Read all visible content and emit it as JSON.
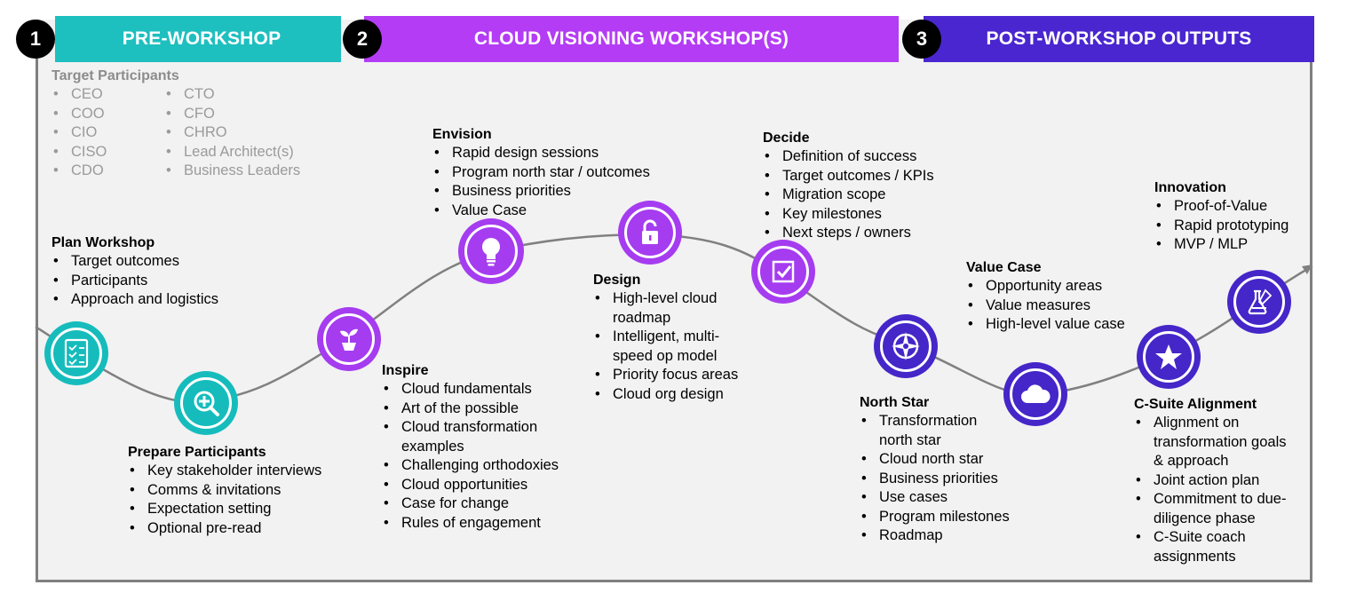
{
  "phases": [
    {
      "num": "1",
      "label": "PRE-WORKSHOP",
      "color": "#1ebfbf"
    },
    {
      "num": "2",
      "label": "CLOUD VISIONING WORKSHOP(S)",
      "color": "#b43cf5"
    },
    {
      "num": "3",
      "label": "POST-WORKSHOP  OUTPUTS",
      "color": "#4a26d0"
    }
  ],
  "participants": {
    "title": "Target Participants",
    "col1": [
      "CEO",
      "COO",
      "CIO",
      "CISO",
      "CDO"
    ],
    "col2": [
      "CTO",
      "CFO",
      "CHRO",
      "Lead Architect(s)",
      "Business Leaders"
    ]
  },
  "steps": {
    "plan": {
      "title": "Plan Workshop",
      "items": [
        "Target outcomes",
        "Participants",
        "Approach and logistics"
      ],
      "icon": "checklist-icon"
    },
    "prepare": {
      "title": "Prepare Participants",
      "items": [
        "Key stakeholder interviews",
        "Comms & invitations",
        "Expectation setting",
        "Optional pre-read"
      ],
      "icon": "magnifier-icon"
    },
    "inspire": {
      "title": "Inspire",
      "items": [
        "Cloud fundamentals",
        "Art of the possible",
        "Cloud transformation examples",
        "Challenging orthodoxies",
        "Cloud opportunities",
        "Case for change",
        "Rules of engagement"
      ],
      "icon": "sprout-icon"
    },
    "envision": {
      "title": "Envision",
      "items": [
        "Rapid design sessions",
        "Program north star / outcomes",
        "Business priorities",
        "Value Case"
      ],
      "icon": "lightbulb-icon"
    },
    "design": {
      "title": "Design",
      "items": [
        "High-level cloud roadmap",
        "Intelligent, multi-speed op model",
        "Priority focus areas",
        "Cloud org design"
      ],
      "icon": "unlock-icon"
    },
    "decide": {
      "title": "Decide",
      "items": [
        "Definition of success",
        "Target outcomes / KPIs",
        "Migration scope",
        "Key milestones",
        "Next steps / owners"
      ],
      "icon": "checkbox-icon"
    },
    "northstar": {
      "title": "North Star",
      "items": [
        "Transformation north star",
        "Cloud north star",
        "Business priorities",
        "Use cases",
        "Program milestones",
        "Roadmap"
      ],
      "icon": "compass-icon"
    },
    "valuecase": {
      "title": "Value Case",
      "items": [
        "Opportunity areas",
        "Value measures",
        "High-level value case"
      ],
      "icon": "cloud-icon"
    },
    "csuite": {
      "title": "C-Suite Alignment",
      "items": [
        "Alignment on transformation goals & approach",
        "Joint action plan",
        "Commitment to due-diligence phase",
        "C-Suite coach assignments"
      ],
      "icon": "star-icon"
    },
    "innovation": {
      "title": "Innovation",
      "items": [
        "Proof-of-Value",
        "Rapid prototyping",
        "MVP / MLP"
      ],
      "icon": "flask-icon"
    }
  }
}
